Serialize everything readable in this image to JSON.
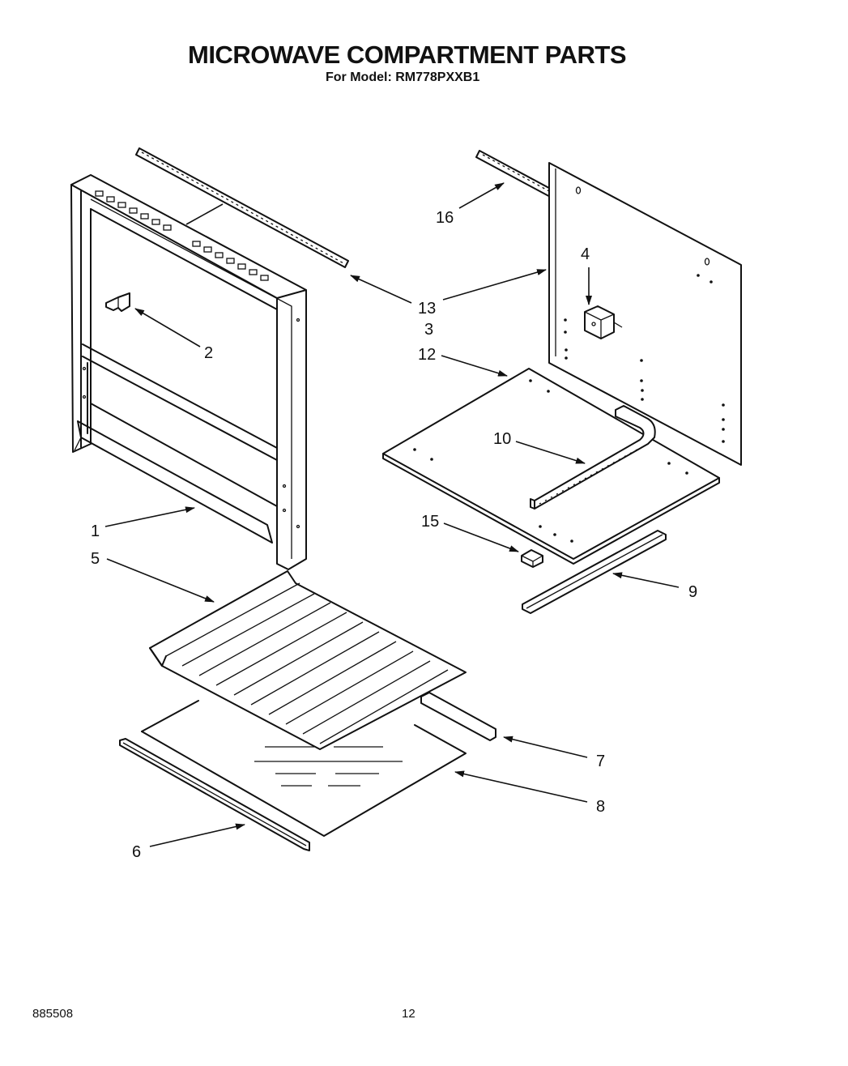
{
  "header": {
    "title": "MICROWAVE COMPARTMENT PARTS",
    "subtitle": "For Model: RM778PXXB1"
  },
  "callouts": [
    "1",
    "2",
    "3",
    "4",
    "5",
    "6",
    "7",
    "8",
    "9",
    "10",
    "12",
    "13",
    "15",
    "16"
  ],
  "footer": {
    "document_number": "885508",
    "page_number": "12"
  }
}
